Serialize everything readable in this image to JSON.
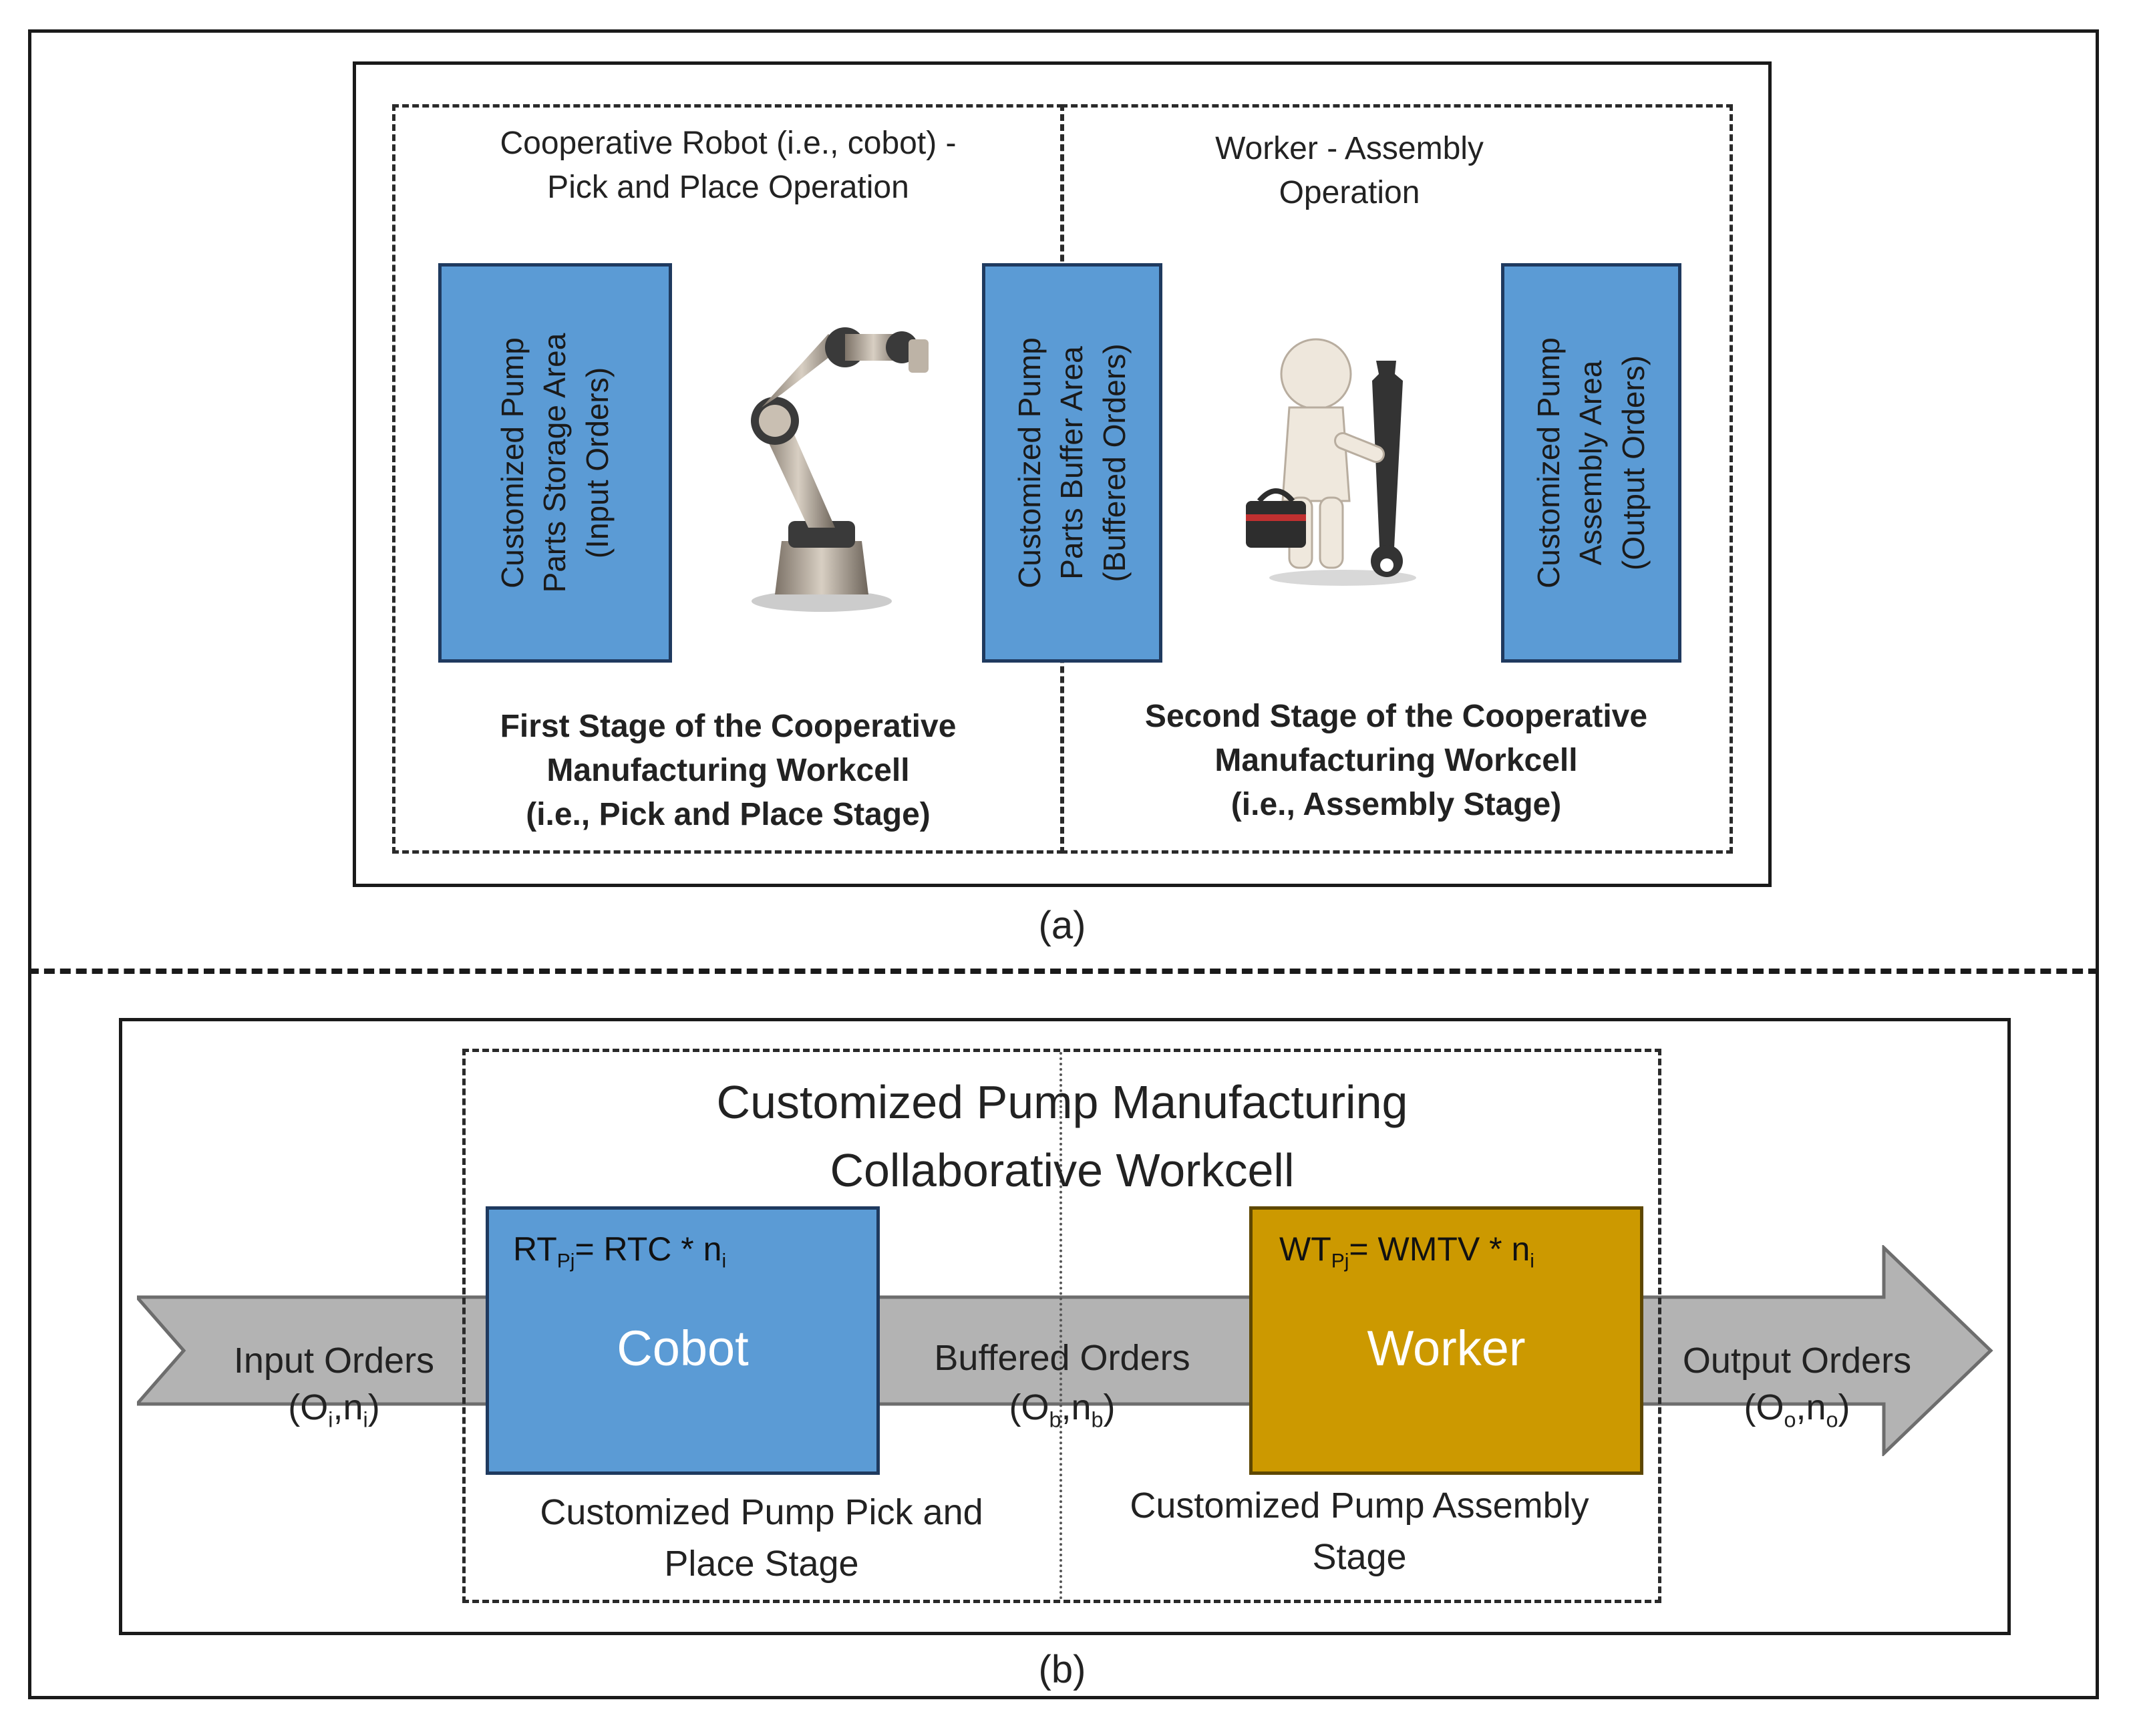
{
  "panel_a": {
    "caption": "(a)",
    "stage1": {
      "header": "Cooperative Robot (i.e., cobot) -\nPick and Place Operation",
      "box_left": "Customized Pump\nParts Storage Area\n(Input Orders)",
      "footer": "First Stage of the Cooperative\nManufacturing Workcell\n(i.e., Pick and Place Stage)"
    },
    "buffer_box": "Customized Pump\nParts Buffer Area\n(Buffered Orders)",
    "stage2": {
      "header": "Worker - Assembly\nOperation",
      "box_right": "Customized Pump\nAssembly Area\n(Output Orders)",
      "footer": "Second Stage of the Cooperative\nManufacturing Workcell\n(i.e., Assembly Stage)"
    }
  },
  "panel_b": {
    "caption": "(b)",
    "title": "Customized Pump Manufacturing\nCollaborative Workcell",
    "input": {
      "label": "Input Orders",
      "sym_open": "(O",
      "sym_sub1": "i",
      "sym_mid": ",n",
      "sym_sub2": "i",
      "sym_close": ")"
    },
    "buffered": {
      "label": "Buffered Orders",
      "sym_open": "(O",
      "sym_sub1": "b",
      "sym_mid": ",n",
      "sym_sub2": "b",
      "sym_close": ")"
    },
    "output": {
      "label": "Output Orders",
      "sym_open": "(O",
      "sym_sub1": "o",
      "sym_mid": ",n",
      "sym_sub2": "o",
      "sym_close": ")"
    },
    "cobot": {
      "label": "Cobot",
      "formula_lhs": "RT",
      "formula_lhs_sub": "Pj",
      "formula_rhs": "= RTC * n",
      "formula_rhs_sub": "i",
      "stage_caption": "Customized Pump Pick and\nPlace Stage"
    },
    "worker": {
      "label": "Worker",
      "formula_lhs": "WT",
      "formula_lhs_sub": "Pj",
      "formula_rhs": "= WMTV * n",
      "formula_rhs_sub": "i",
      "stage_caption": "Customized Pump Assembly\nStage"
    }
  },
  "colors": {
    "cobot_blue": "#5b9bd5",
    "worker_gold": "#cc9900",
    "arrow_gray": "#b3b3b3"
  },
  "icons": [
    "robot-arm-icon",
    "worker-with-wrench-icon"
  ]
}
